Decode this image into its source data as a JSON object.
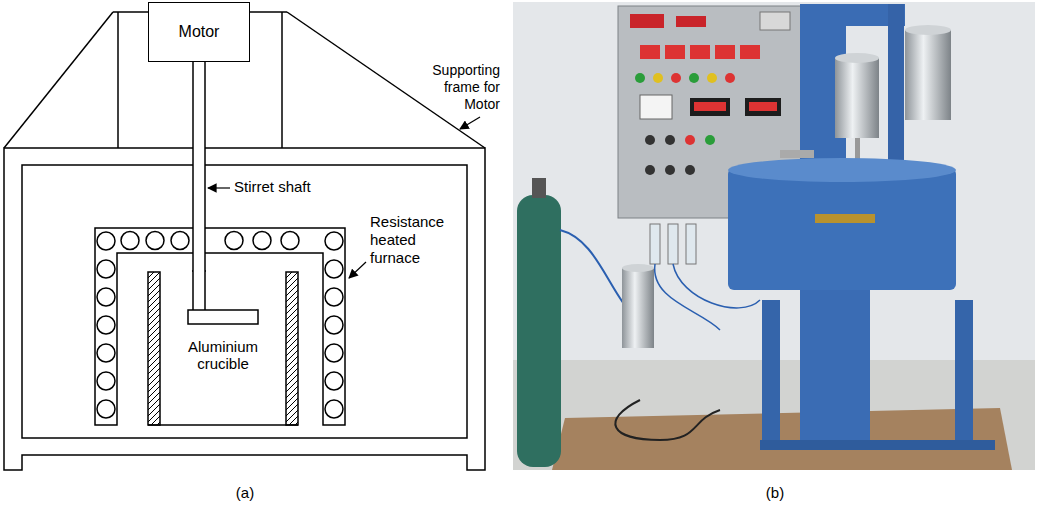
{
  "diagram": {
    "nodes": [
      {
        "text": [
          "Motor"
        ]
      },
      {
        "text": [
          "Aluminium crucible"
        ]
      }
    ],
    "edges": [
      {
        "from": 0,
        "to": 1,
        "arrow": "none"
      }
    ],
    "labels": [
      "Supporting frame for Motor",
      "Stirret shaft",
      "Resistance heated furnace",
      "(a)",
      "(b)"
    ]
  }
}
